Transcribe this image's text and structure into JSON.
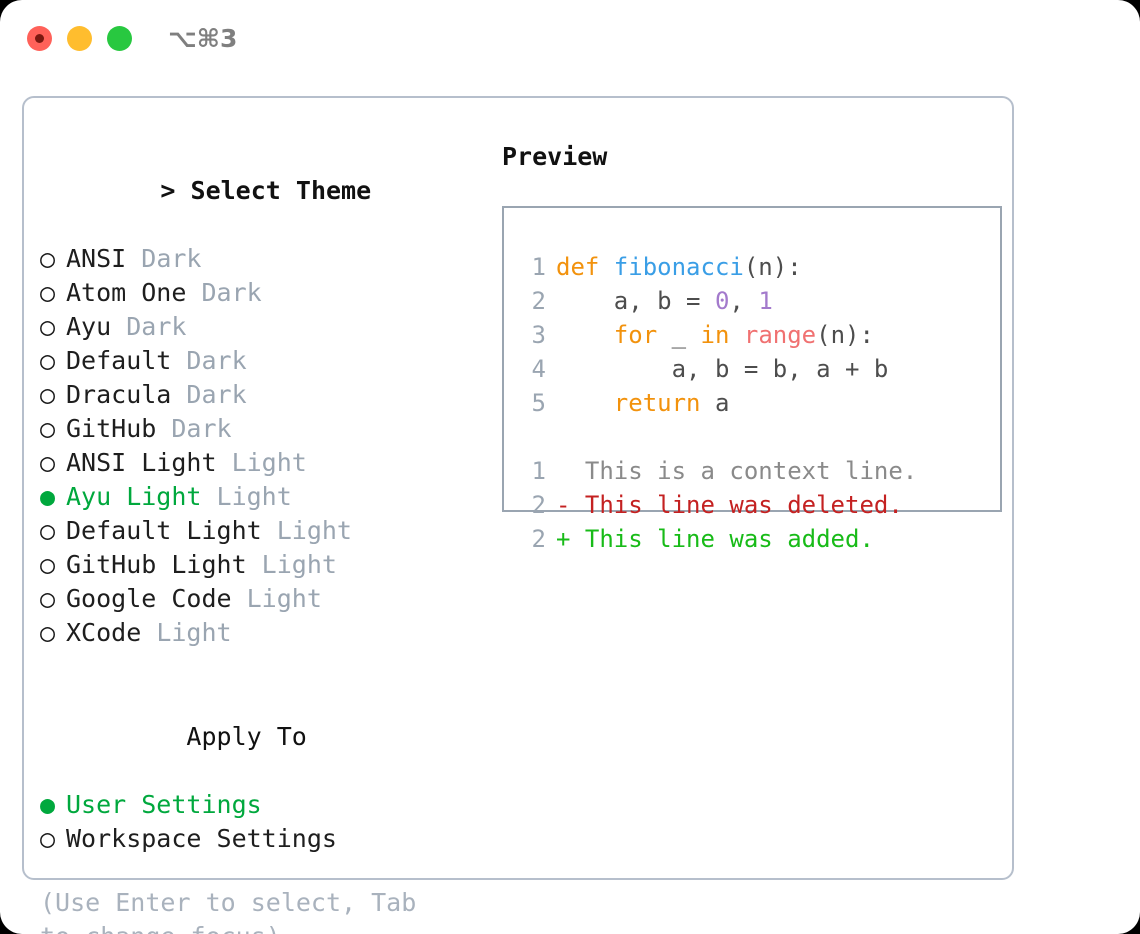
{
  "titlebar": {
    "shortcut": "⌥⌘3",
    "buttons": {
      "close": "close-button",
      "minimize": "minimize-button",
      "maximize": "maximize-button"
    }
  },
  "theme_section": {
    "prefix": "> ",
    "title": "Select Theme",
    "focused": true,
    "selected_bullet": "●",
    "unselected_bullet": "○",
    "options": [
      {
        "name": "ANSI",
        "kind": "Dark",
        "selected": false
      },
      {
        "name": "Atom One",
        "kind": "Dark",
        "selected": false
      },
      {
        "name": "Ayu",
        "kind": "Dark",
        "selected": false
      },
      {
        "name": "Default",
        "kind": "Dark",
        "selected": false
      },
      {
        "name": "Dracula",
        "kind": "Dark",
        "selected": false
      },
      {
        "name": "GitHub",
        "kind": "Dark",
        "selected": false
      },
      {
        "name": "ANSI Light",
        "kind": "Light",
        "selected": false
      },
      {
        "name": "Ayu Light",
        "kind": "Light",
        "selected": true
      },
      {
        "name": "Default Light",
        "kind": "Light",
        "selected": false
      },
      {
        "name": "GitHub Light",
        "kind": "Light",
        "selected": false
      },
      {
        "name": "Google Code",
        "kind": "Light",
        "selected": false
      },
      {
        "name": "XCode",
        "kind": "Light",
        "selected": false
      }
    ]
  },
  "apply_section": {
    "title": "Apply To",
    "focused": false,
    "options": [
      {
        "name": "User Settings",
        "selected": true
      },
      {
        "name": "Workspace Settings",
        "selected": false
      }
    ]
  },
  "hint": "(Use Enter to select, Tab to change focus)",
  "preview": {
    "title": "Preview",
    "code_lines": [
      {
        "num": "1",
        "tokens": [
          {
            "t": "def ",
            "c": "kw"
          },
          {
            "t": "fibonacci",
            "c": "fn"
          },
          {
            "t": "(n):",
            "c": "pln"
          }
        ]
      },
      {
        "num": "2",
        "tokens": [
          {
            "t": "    a, b = ",
            "c": "pln"
          },
          {
            "t": "0",
            "c": "num"
          },
          {
            "t": ", ",
            "c": "pln"
          },
          {
            "t": "1",
            "c": "num"
          }
        ]
      },
      {
        "num": "3",
        "tokens": [
          {
            "t": "    ",
            "c": "pln"
          },
          {
            "t": "for",
            "c": "kw"
          },
          {
            "t": " _ ",
            "c": "pln"
          },
          {
            "t": "in",
            "c": "kw"
          },
          {
            "t": " ",
            "c": "pln"
          },
          {
            "t": "range",
            "c": "bfn"
          },
          {
            "t": "(n):",
            "c": "pln"
          }
        ]
      },
      {
        "num": "4",
        "tokens": [
          {
            "t": "        a, b = b, a + b",
            "c": "pln"
          }
        ]
      },
      {
        "num": "5",
        "tokens": [
          {
            "t": "    ",
            "c": "pln"
          },
          {
            "t": "return",
            "c": "kw"
          },
          {
            "t": " a",
            "c": "pln"
          }
        ]
      }
    ],
    "diff_lines": [
      {
        "num": "1",
        "marker": "  ",
        "text": "This is a context line.",
        "cls": "ctx"
      },
      {
        "num": "2",
        "marker": "- ",
        "text": "This line was deleted.",
        "cls": "del"
      },
      {
        "num": "2",
        "marker": "+ ",
        "text": "This line was added.",
        "cls": "add"
      }
    ]
  },
  "colors": {
    "accent_green": "#00a83d",
    "muted": "#9aa5b1",
    "keyword": "#f2920d",
    "function": "#3a9ee6",
    "builtin": "#f07171",
    "number": "#a37acc",
    "deleted": "#c42121",
    "added": "#18bb18",
    "border": "#b6bfcc"
  }
}
